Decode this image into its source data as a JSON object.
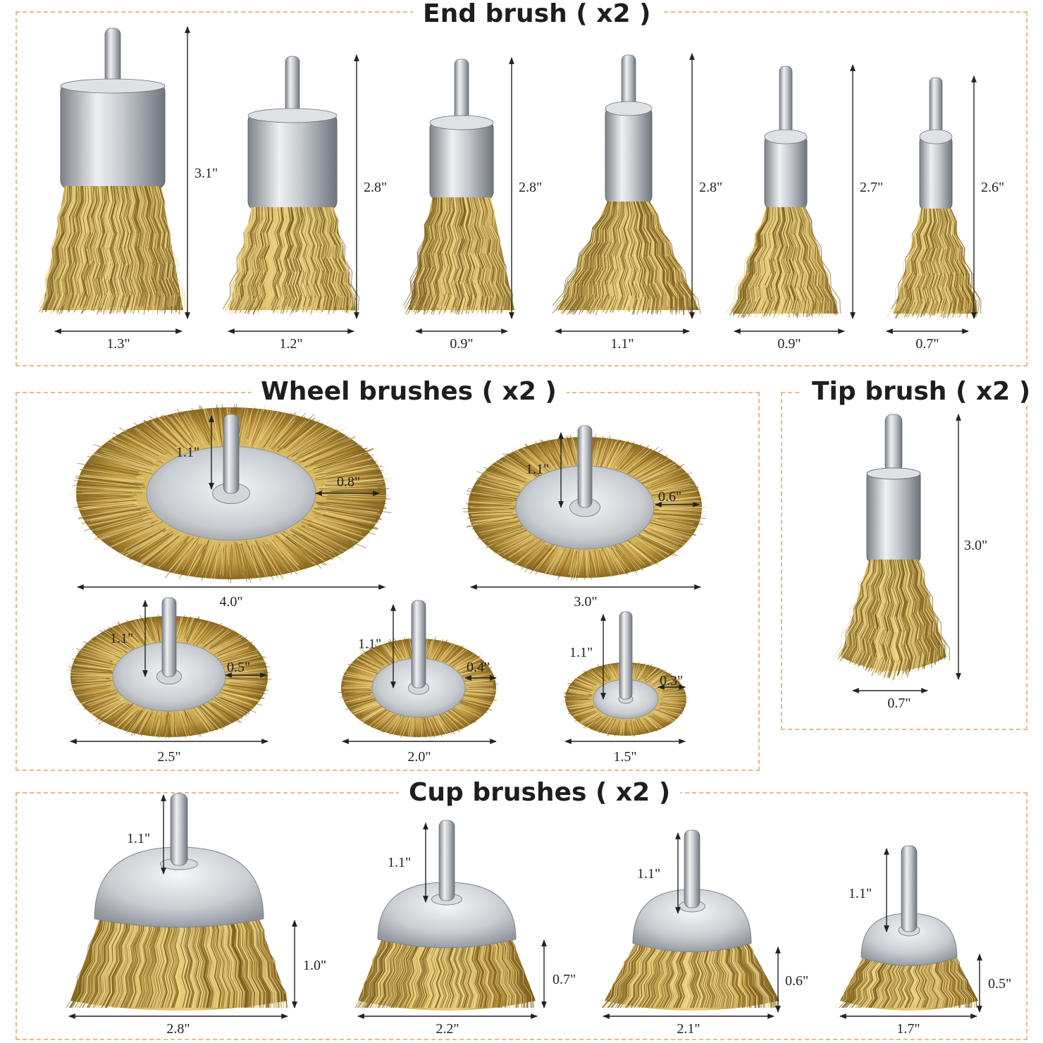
{
  "sections": {
    "end": {
      "title": "End brush ( x2 )"
    },
    "wheel": {
      "title": "Wheel brushes ( x2 )"
    },
    "tip": {
      "title": "Tip brush ( x2 )"
    },
    "cup": {
      "title": "Cup brushes ( x2 )"
    }
  },
  "end_brushes": [
    {
      "width": "1.3\"",
      "height": "3.1\""
    },
    {
      "width": "1.2\"",
      "height": "2.8\""
    },
    {
      "width": "0.9\"",
      "height": "2.8\""
    },
    {
      "width": "1.1\"",
      "height": "2.8\""
    },
    {
      "width": "0.9\"",
      "height": "2.7\""
    },
    {
      "width": "0.7\"",
      "height": "2.6\""
    }
  ],
  "wheel_brushes": [
    {
      "diameter": "4.0\"",
      "shank": "1.1\"",
      "thickness": "0.8\""
    },
    {
      "diameter": "3.0\"",
      "shank": "1.1\"",
      "thickness": "0.6\""
    },
    {
      "diameter": "2.5\"",
      "shank": "1.1\"",
      "thickness": "0.5\""
    },
    {
      "diameter": "2.0\"",
      "shank": "1.1\"",
      "thickness": "0.4\""
    },
    {
      "diameter": "1.5\"",
      "shank": "1.1\"",
      "thickness": "0.3\""
    }
  ],
  "tip_brush": {
    "width": "0.7\"",
    "height": "3.0\""
  },
  "cup_brushes": [
    {
      "diameter": "2.8\"",
      "shank": "1.1\"",
      "height": "1.0\""
    },
    {
      "diameter": "2.2\"",
      "shank": "1.1\"",
      "height": "0.7\""
    },
    {
      "diameter": "2.1\"",
      "shank": "1.1\"",
      "height": "0.6\""
    },
    {
      "diameter": "1.7\"",
      "shank": "1.1\"",
      "height": "0.5\""
    }
  ],
  "colors": {
    "border": "#e6bc8c",
    "brass": "#c9a449",
    "brass_dark": "#8a6a22",
    "brass_light": "#e8cf7a",
    "steel": "#b7bcc2",
    "steel_light": "#eef0f2",
    "steel_dark": "#7d838a",
    "dim_line": "#222222"
  }
}
